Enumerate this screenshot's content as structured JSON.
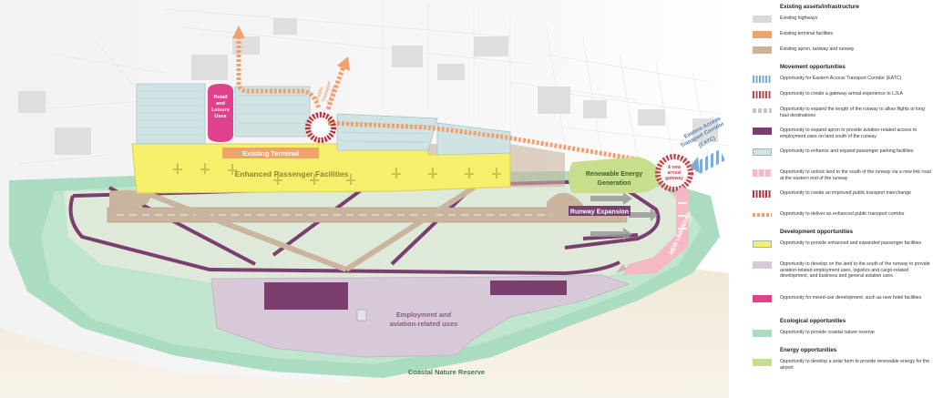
{
  "map": {
    "labels": {
      "retail": [
        "Retail",
        "and",
        "Leisure",
        "Uses"
      ],
      "public_transport": [
        "Public",
        "Transport",
        "Corridor"
      ],
      "existing_terminal": "Existing Terminal",
      "enhanced_passenger": "Enhanced Passenger Facilities",
      "renewable": [
        "Renewable Energy",
        "Generation"
      ],
      "gateway": [
        "A new",
        "arrival",
        "gateway"
      ],
      "eatc": [
        "Eastern Access",
        "Transport Corridor",
        "(EATC)"
      ],
      "new_link_road": "NEW LINK ROAD",
      "runway_expansion": "Runway Expansion",
      "employment": [
        "Employment and",
        "aviation-related uses"
      ],
      "coastal": "Coastal Nature Reserve"
    },
    "colors": {
      "highway": "#d9d9d9",
      "terminal": "#f0a46b",
      "apron": "#c9b49e",
      "eatc": "#7eaad6",
      "gateway": "#c2474f",
      "runway_ext": "#c9c6c6",
      "apron_access": "#7a3f6e",
      "parking": "#cfe3e3",
      "link_road": "#f4b9c5",
      "interchange": "#b8323a",
      "pt_corridor": "#f0a070",
      "passenger": "#f6ef6b",
      "development": "#d8c9d8",
      "mixed_use": "#e0418c",
      "coastal": "#a9dcc0",
      "solar": "#c7df8c"
    }
  },
  "legend": {
    "sections": [
      {
        "heading": "Existing assets/infrastructure",
        "items": [
          {
            "label": "Existing highways",
            "swatch": "highway",
            "style": "solid"
          },
          {
            "label": "Existing terminal facilities",
            "swatch": "terminal",
            "style": "solid"
          },
          {
            "label": "Existing apron, taxiway and runway",
            "swatch": "apron",
            "style": "solid"
          }
        ]
      },
      {
        "heading": "Movement opportunities",
        "items": [
          {
            "label": "Opportunity for Eastern Access Transport Corridor (EATC)",
            "swatch": "eatc",
            "style": "stripe"
          },
          {
            "label": "Opportunity to create a gateway arrival experience to LJLA",
            "swatch": "gateway",
            "style": "stripe"
          },
          {
            "label": "Opportunity to expand the length of the runway to allow flights to long haul destinations",
            "swatch": "runway_ext",
            "style": "arrow"
          },
          {
            "label": "Opportunity to expand apron to provide aviation-related access to employment uses on land south of the runway",
            "swatch": "apron_access",
            "style": "solid"
          },
          {
            "label": "Opportunity to enhance and expand passenger parking facilities",
            "swatch": "parking",
            "style": "outline"
          },
          {
            "label": "Opportunity to unlock land to the south of the runway via a new link road at the eastern end of the runway",
            "swatch": "link_road",
            "style": "blocks"
          },
          {
            "label": "Opportunity to create an improved public transport interchange",
            "swatch": "interchange",
            "style": "stripe"
          },
          {
            "label": "Opportunity to deliver an enhanced public transport corridor",
            "swatch": "pt_corridor",
            "style": "dash"
          }
        ]
      },
      {
        "heading": "Development opportunities",
        "items": [
          {
            "label": "Opportunity to provide enhanced and expanded passenger facilities",
            "swatch": "passenger",
            "style": "outline"
          },
          {
            "label": "Opportunity to develop on the land to the south of the runway to provide aviation-related employment uses, logistics and cargo-related development, and business and general aviation uses.",
            "swatch": "development",
            "style": "solid"
          },
          {
            "label": "Opportunity for mixed-use development, such as new hotel facilities",
            "swatch": "mixed_use",
            "style": "solid"
          }
        ]
      },
      {
        "heading": "Ecological opportunities",
        "items": [
          {
            "label": "Opportunity to provide coastal nature reserve",
            "swatch": "coastal",
            "style": "solid"
          }
        ]
      },
      {
        "heading": "Energy opportunities",
        "items": [
          {
            "label": "Opportunity to develop a solar farm to provide renewable energy for the airport",
            "swatch": "solar",
            "style": "solid"
          }
        ]
      }
    ]
  }
}
